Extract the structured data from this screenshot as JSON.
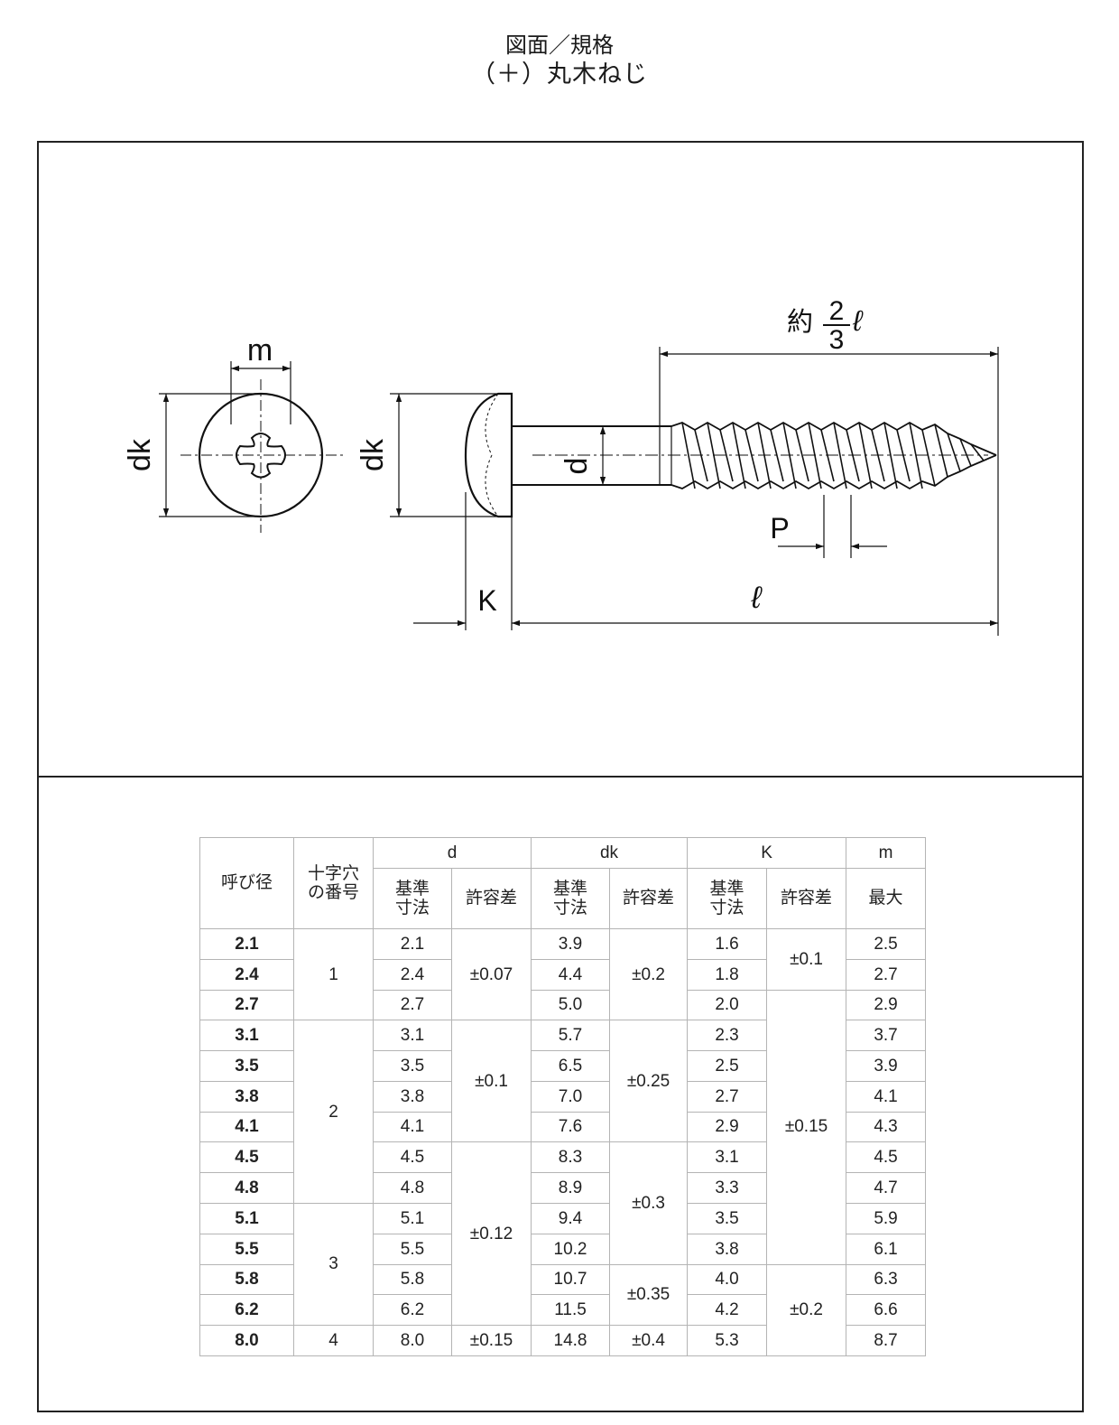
{
  "header": {
    "title_line1": "図面／規格",
    "title_line2": "（＋）丸木ねじ"
  },
  "drawing": {
    "labels": {
      "m": "m",
      "dk_side": "dk",
      "dk_front": "dk",
      "d": "d",
      "k": "K",
      "p": "P",
      "l": "ℓ",
      "approx": "約",
      "frac_num": "2",
      "frac_den": "3",
      "frac_l": "ℓ"
    }
  },
  "table": {
    "header": {
      "nominal": "呼び径",
      "recess_1": "十字穴",
      "recess_2": "の番号",
      "d": "d",
      "dk": "dk",
      "k": "K",
      "m": "m",
      "basic_1": "基準",
      "basic_2": "寸法",
      "tol": "許容差",
      "max": "最大"
    },
    "nominal": [
      "2.1",
      "2.4",
      "2.7",
      "3.1",
      "3.5",
      "3.8",
      "4.1",
      "4.5",
      "4.8",
      "5.1",
      "5.5",
      "5.8",
      "6.2",
      "8.0"
    ],
    "recess": [
      "1",
      "2",
      "3",
      "4"
    ],
    "d_basic": [
      "2.1",
      "2.4",
      "2.7",
      "3.1",
      "3.5",
      "3.8",
      "4.1",
      "4.5",
      "4.8",
      "5.1",
      "5.5",
      "5.8",
      "6.2",
      "8.0"
    ],
    "d_tol": [
      "±0.07",
      "±0.1",
      "±0.12",
      "±0.15"
    ],
    "dk_basic": [
      "3.9",
      "4.4",
      "5.0",
      "5.7",
      "6.5",
      "7.0",
      "7.6",
      "8.3",
      "8.9",
      "9.4",
      "10.2",
      "10.7",
      "11.5",
      "14.8"
    ],
    "dk_tol": [
      "±0.2",
      "±0.25",
      "±0.3",
      "±0.35",
      "±0.4"
    ],
    "k_basic": [
      "1.6",
      "1.8",
      "2.0",
      "2.3",
      "2.5",
      "2.7",
      "2.9",
      "3.1",
      "3.3",
      "3.5",
      "3.8",
      "4.0",
      "4.2",
      "5.3"
    ],
    "k_tol": [
      "±0.1",
      "±0.15",
      "±0.2"
    ],
    "m_max": [
      "2.5",
      "2.7",
      "2.9",
      "3.7",
      "3.9",
      "4.1",
      "4.3",
      "4.5",
      "4.7",
      "5.9",
      "6.1",
      "6.3",
      "6.6",
      "8.7"
    ]
  }
}
